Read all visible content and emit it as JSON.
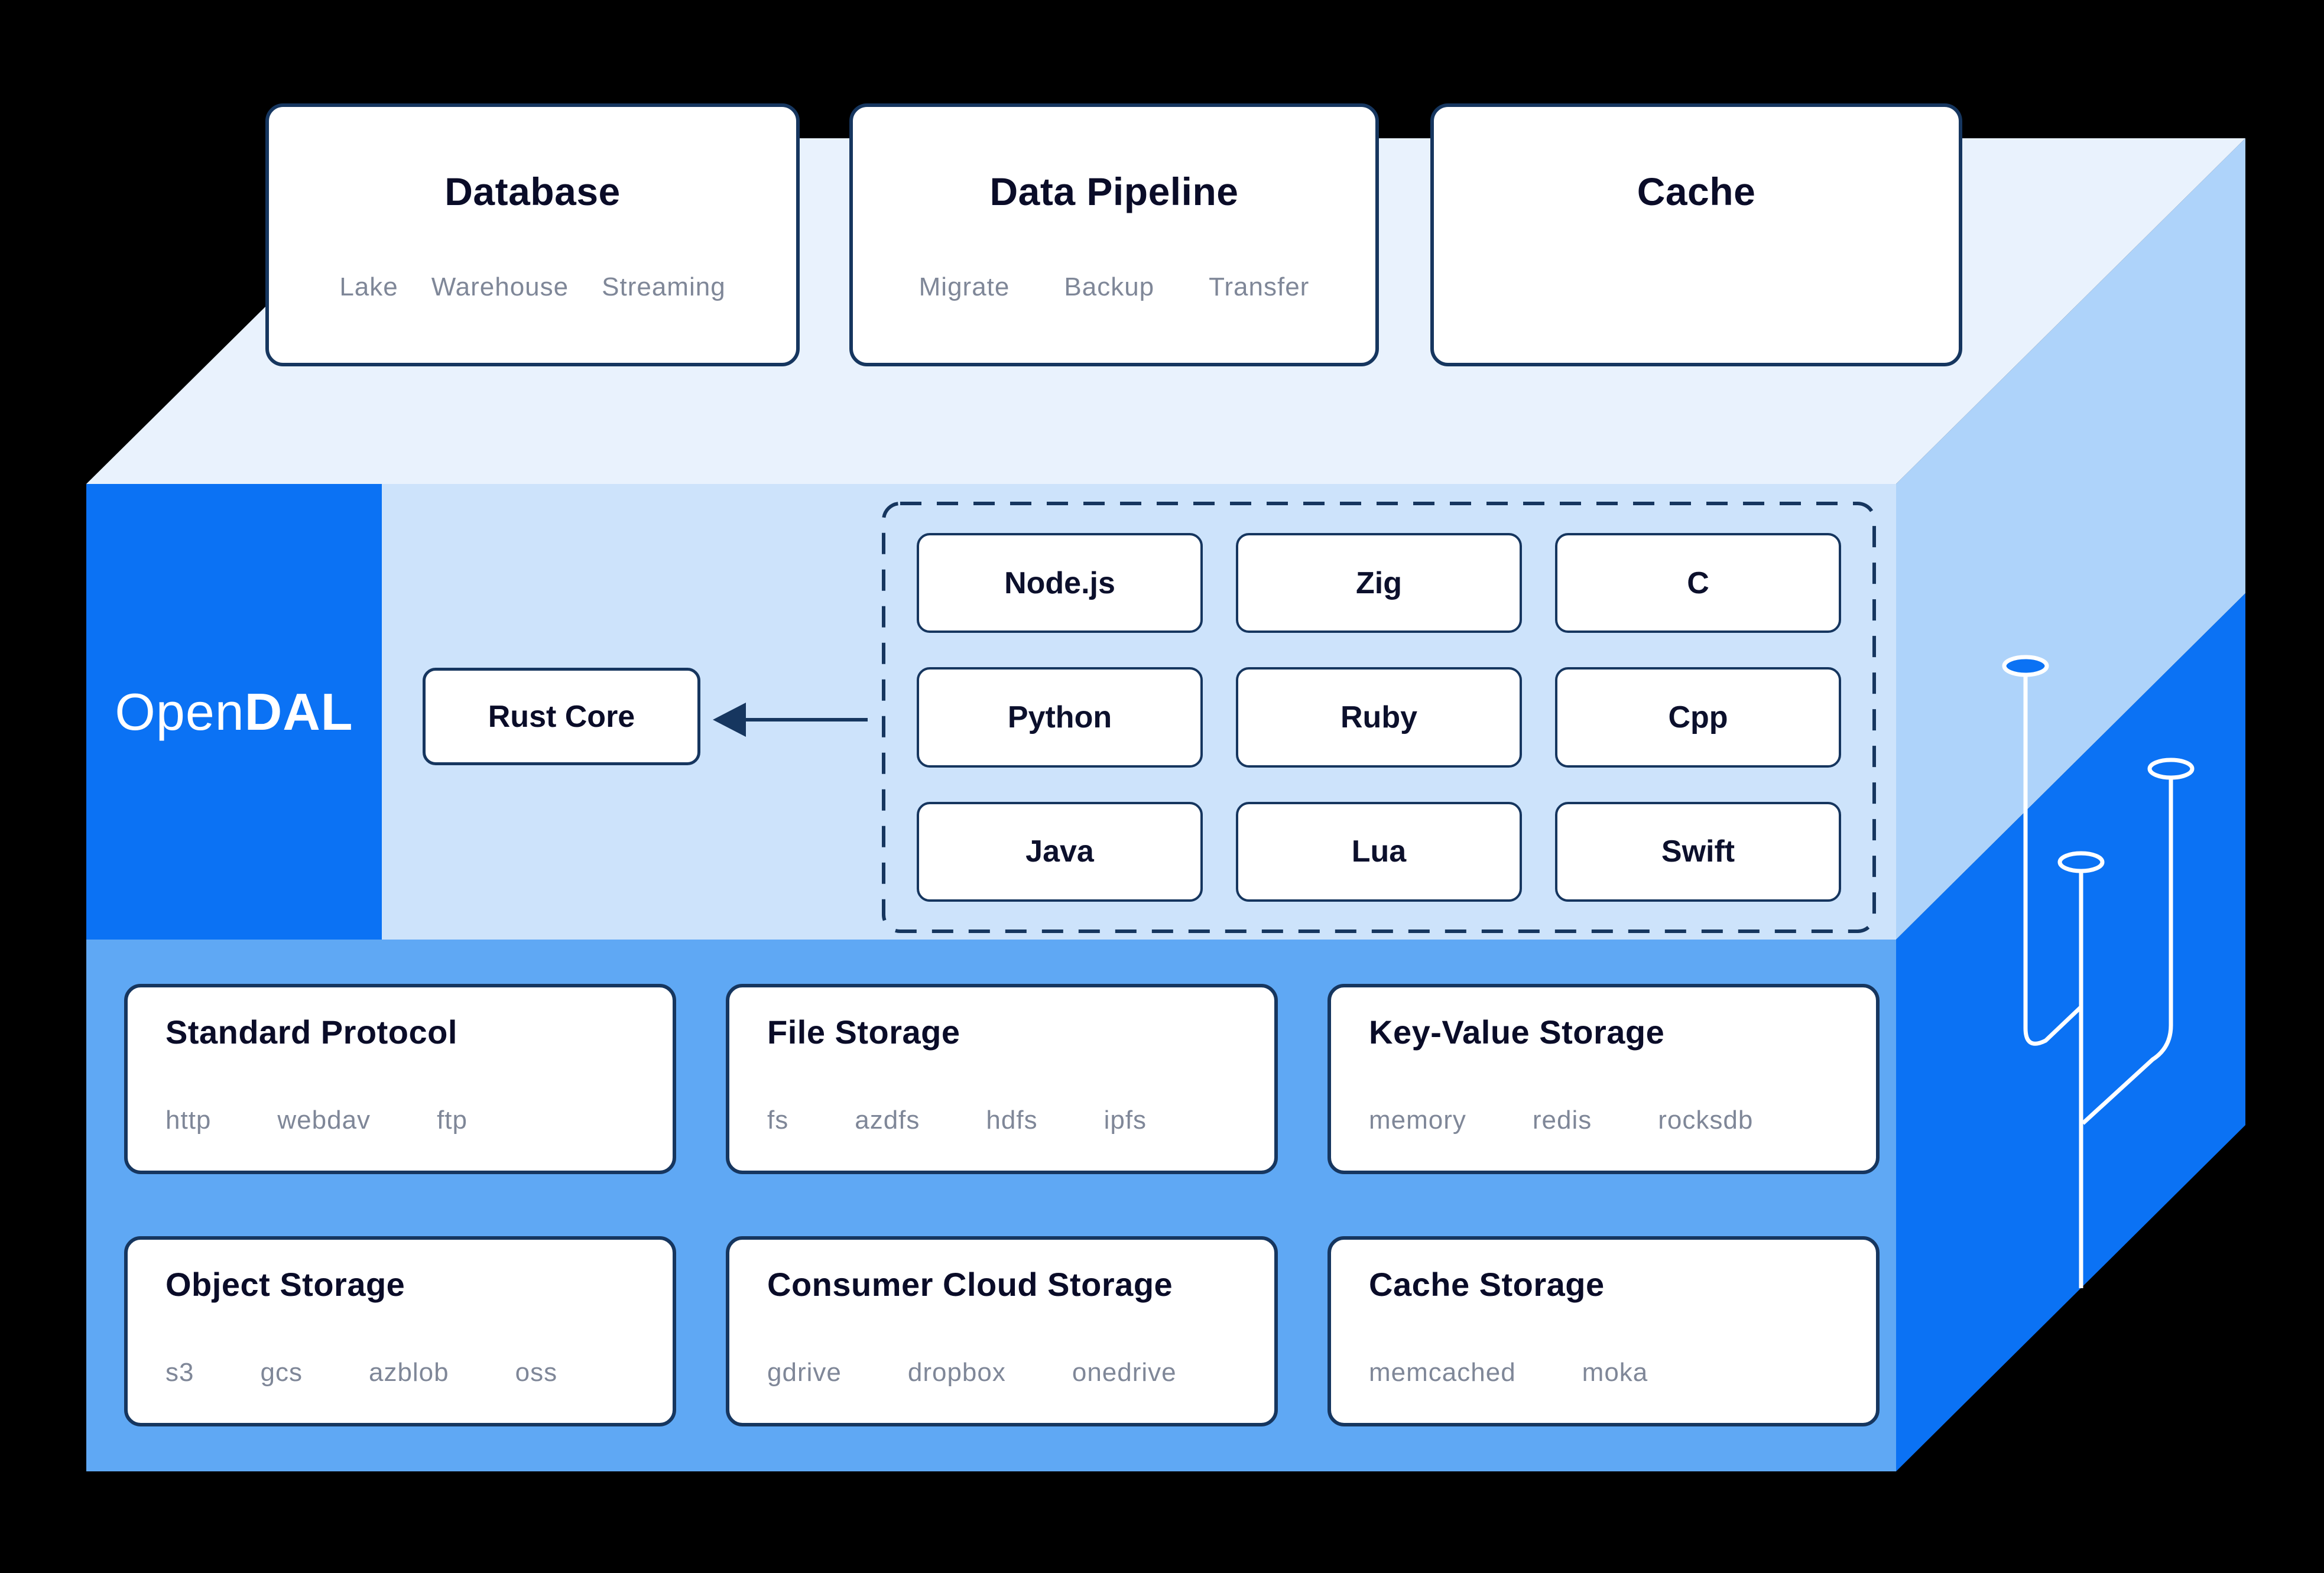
{
  "brand": {
    "open": "Open",
    "dal": "DAL"
  },
  "top_cards": [
    {
      "title": "Database",
      "items": [
        "Lake",
        "Warehouse",
        "Streaming"
      ]
    },
    {
      "title": "Data Pipeline",
      "items": [
        "Migrate",
        "Backup",
        "Transfer"
      ]
    },
    {
      "title": "Cache",
      "items": []
    }
  ],
  "core": {
    "label": "Rust Core"
  },
  "bindings": [
    "Node.js",
    "Zig",
    "C",
    "Python",
    "Ruby",
    "Cpp",
    "Java",
    "Lua",
    "Swift"
  ],
  "storage_cards": [
    {
      "title": "Standard Protocol",
      "items": [
        "http",
        "webdav",
        "ftp"
      ]
    },
    {
      "title": "File Storage",
      "items": [
        "fs",
        "azdfs",
        "hdfs",
        "ipfs"
      ]
    },
    {
      "title": "Key-Value Storage",
      "items": [
        "memory",
        "redis",
        "rocksdb"
      ]
    },
    {
      "title": "Object Storage",
      "items": [
        "s3",
        "gcs",
        "azblob",
        "oss"
      ]
    },
    {
      "title": "Consumer Cloud Storage",
      "items": [
        "gdrive",
        "dropbox",
        "onedrive"
      ]
    },
    {
      "title": "Cache Storage",
      "items": [
        "memcached",
        "moka"
      ]
    }
  ],
  "colors": {
    "background": "#000000",
    "accent_blue": "#0b72f4",
    "front_blue": "#5fa8f4",
    "bindings_bg": "#cde3fb",
    "top_face": "#e9f2fd",
    "side_face_light": "#aed3fa",
    "border_navy": "#16365f",
    "title_text": "#0a0c28",
    "muted_text": "#7f8798",
    "card_bg": "#ffffff",
    "circuit_line": "#ffffff"
  }
}
